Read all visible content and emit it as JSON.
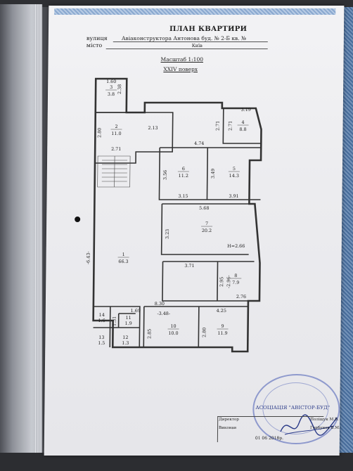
{
  "header": {
    "title": "ПЛАН КВАРТИРИ",
    "street_label": "вулиця",
    "street_value": "Авіаконструктора Антонова  буд. № 2-Б  кв. №",
    "city_label": "місто",
    "city_value": "Київ",
    "scale": "Масштаб 1:100",
    "floor": "XXIV поверх"
  },
  "rooms": [
    {
      "num": "1",
      "area": "66.3"
    },
    {
      "num": "2",
      "area": "11.0"
    },
    {
      "num": "3",
      "area": "3.8"
    },
    {
      "num": "4",
      "area": "8.8"
    },
    {
      "num": "5",
      "area": "14.3"
    },
    {
      "num": "6",
      "area": "11.2"
    },
    {
      "num": "7",
      "area": "20.2"
    },
    {
      "num": "8",
      "area": "7.9"
    },
    {
      "num": "9",
      "area": "11.9"
    },
    {
      "num": "10",
      "area": "10.0"
    },
    {
      "num": "11",
      "area": "1.9"
    },
    {
      "num": "12",
      "area": "1.3"
    },
    {
      "num": "13",
      "area": "1.5"
    },
    {
      "num": "14",
      "area": "1.6"
    }
  ],
  "dimensions": {
    "d160": "1.60",
    "d238": "2.38",
    "d280a": "2.80",
    "d213": "2.13",
    "d271a": "2.71",
    "d319": "3.19",
    "d271b": "2.71",
    "d271c": "2.71",
    "d474": "4.74",
    "d356": "3.56",
    "d349": "3.49",
    "d315": "3.15",
    "d391": "3.91",
    "d568": "5.68",
    "d323": "3.23",
    "d643": "-6.43-",
    "h266": "H=2.66",
    "d371": "3.71",
    "d295": "2.95",
    "d296": "-2.96-",
    "d276": "2.76",
    "d830": "8.30",
    "d425": "4.25",
    "d169": "1.69",
    "d348": "-3.48-",
    "d285": "2.85",
    "d280b": "2.80",
    "d131": "1.31"
  },
  "footer": {
    "association": "АСОЦІАЦІЯ \"АВІСТОР-БУД\"",
    "director_label": "Директор",
    "director_name": "Поліщук М.В.",
    "performer_label": "Виконав",
    "performer_name": "Горбунов В.М.",
    "date": "01  06  2018р."
  }
}
